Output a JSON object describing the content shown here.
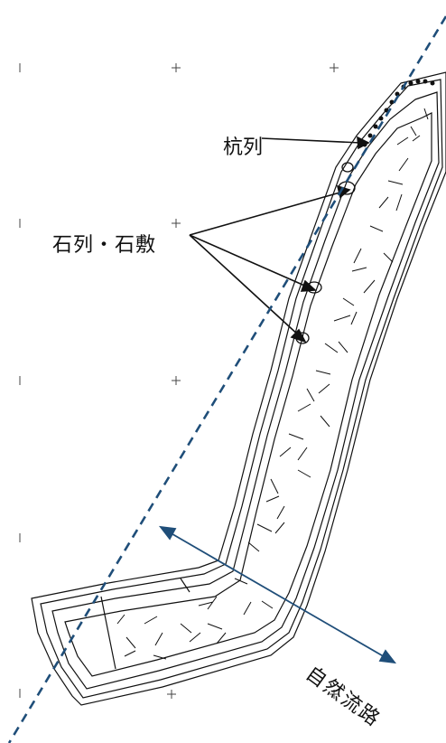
{
  "labels": {
    "pile_row": "杭列",
    "stone_row": "石列・石敷",
    "stream": "自然流路"
  },
  "colors": {
    "line": "#111111",
    "stream_line": "#1f4e79",
    "background": "#ffffff"
  },
  "icons": {
    "grid_tick": "plus-mark"
  }
}
